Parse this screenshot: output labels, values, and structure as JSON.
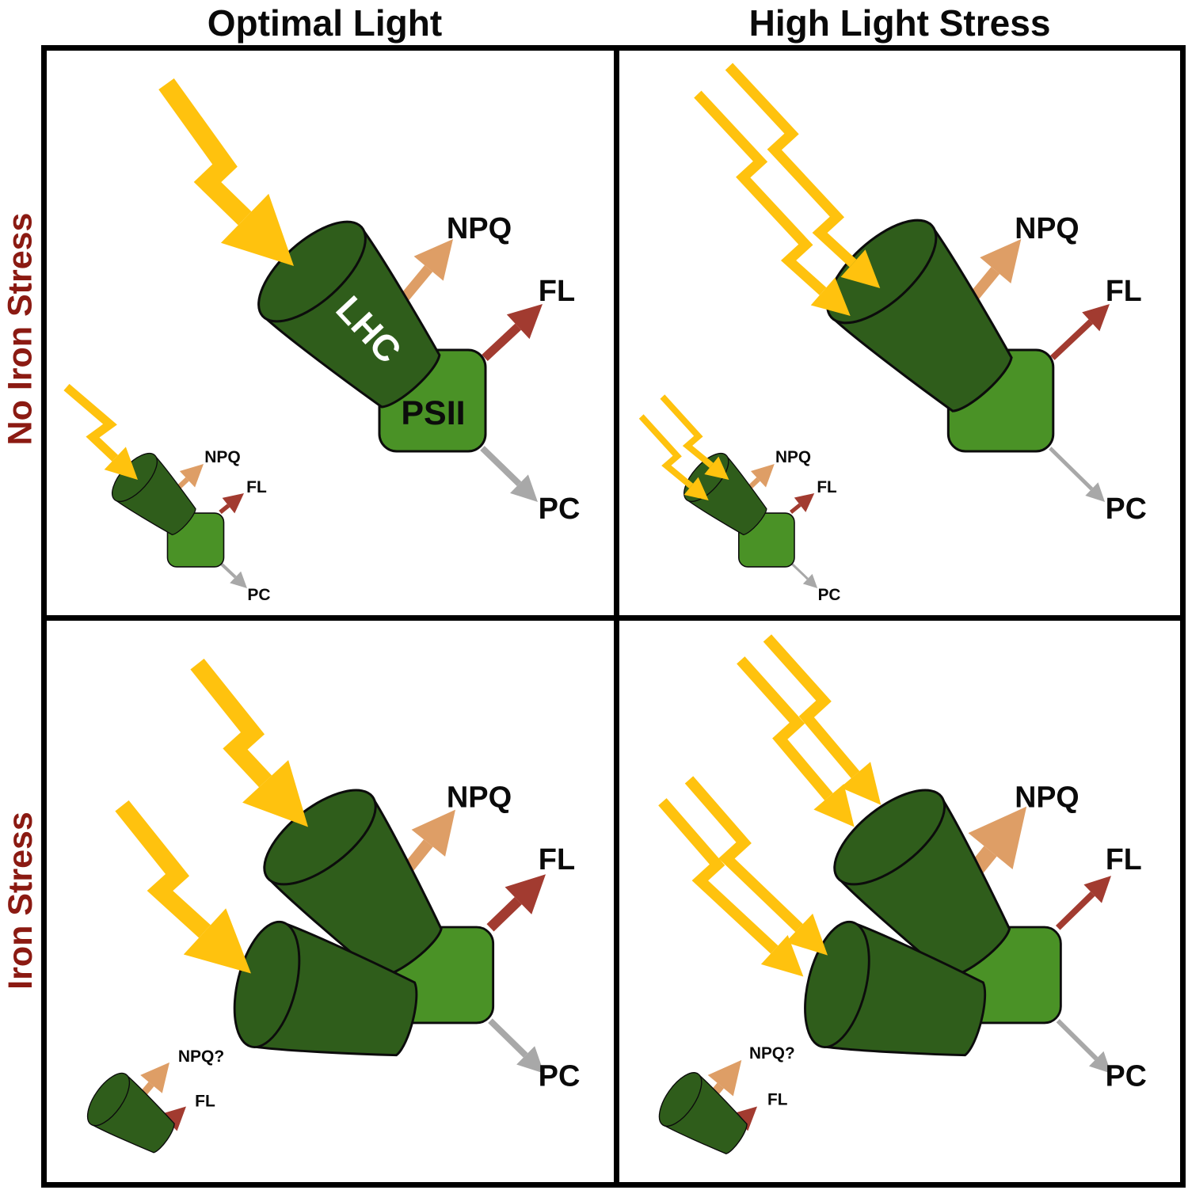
{
  "column_headers": {
    "optimal": "Optimal Light",
    "high_light": "High Light Stress"
  },
  "row_headers": {
    "no_iron": "No Iron Stress",
    "iron": "Iron Stress"
  },
  "labels": {
    "lhc": "LHC",
    "psii": "PSII",
    "npq": "NPQ",
    "fl": "FL",
    "pc": "PC",
    "npq_query": "NPQ?"
  },
  "colors": {
    "light_bolt": "#FFC20E",
    "lhc_cone": "#2F5D1B",
    "psii_box": "#4A9226",
    "npq_arrow": "#DE9E66",
    "fl_arrow": "#A23B30",
    "pc_arrow": "#A8A8A8",
    "row_label": "#8B1A12",
    "outline": "#000000"
  }
}
